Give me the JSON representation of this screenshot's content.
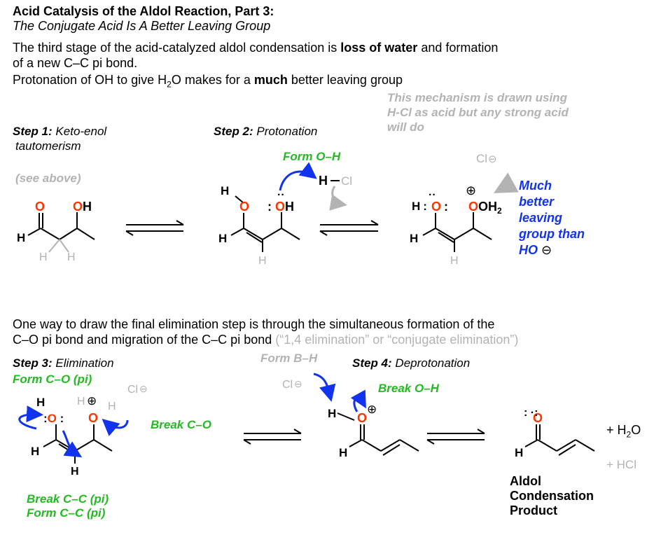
{
  "title": "Acid Catalysis of the Aldol Reaction, Part 3:",
  "subtitle": "The Conjugate Acid Is A Better Leaving Group",
  "intro": {
    "p1a": "The third stage of the acid-catalyzed aldol condensation is ",
    "p1b": "loss of water",
    "p1c": " and formation",
    "p1d": "of a new C–C pi bond.",
    "p2a": "Protonation of OH to give H",
    "p2b": "2",
    "p2c": "O makes for a ",
    "p2d": "much",
    "p2e": " better leaving group"
  },
  "note": [
    "This mechanism is drawn using",
    "H-Cl as acid but any strong acid",
    "will do"
  ],
  "step1": {
    "label": "Step 1:",
    "text": "Keto-enol",
    "text2": "tautomerism",
    "aside": "(see above)"
  },
  "step2": {
    "label": "Step 2:",
    "text": "Protonation",
    "form": "Form O–H"
  },
  "leaving": [
    "Much",
    "better",
    "leaving",
    "group than",
    "HO"
  ],
  "elim_text": {
    "l1": "One way to draw the final elimination step is through the simultaneous formation of the",
    "l2a": "C–O pi bond and migration of the C–C pi bond ",
    "l2b": "(“1,4 elimination” or “conjugate elimination”)"
  },
  "step3": {
    "label": "Step 3:",
    "text": "Elimination",
    "form_co": "Form C–O (pi)",
    "break_co": "Break C–O",
    "break_cc": "Break C–C (pi)",
    "form_cc": "Form C–C (pi)"
  },
  "step4": {
    "label": "Step 4:",
    "text": "Deprotonation",
    "form_bh": "Form B–H",
    "break_oh": "Break O–H"
  },
  "product": {
    "water": "+ H",
    "water_sub": "2",
    "water_end": "O",
    "hcl": "+ HCl",
    "name": [
      "Aldol",
      "Condensation",
      "Product"
    ]
  },
  "atoms": {
    "O": "O",
    "H": "H",
    "Cl": "Cl",
    "OH": "OH",
    "OH2": "OH",
    "sub2": "2",
    "HCl_H": "H",
    "HCl_Cl": "Cl"
  },
  "colors": {
    "oxygen": "#ff3300",
    "green": "#22bb22",
    "blue": "#1133ee",
    "gray": "#b3b3b3"
  }
}
